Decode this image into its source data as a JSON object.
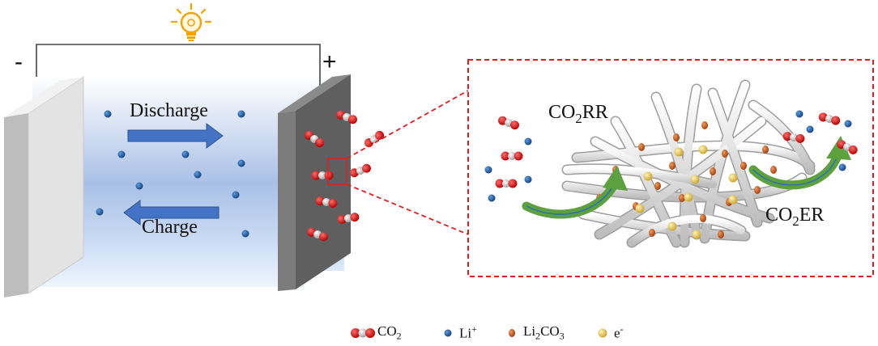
{
  "battery": {
    "negative_sign": "-",
    "positive_sign": "+",
    "discharge_label": "Discharge",
    "charge_label": "Charge"
  },
  "zoom": {
    "reduction_label": {
      "base": "CO",
      "sub": "2",
      "rest": "RR"
    },
    "evolution_label": {
      "base": "CO",
      "sub": "2",
      "rest": "ER"
    }
  },
  "legend": {
    "co2": {
      "base": "CO",
      "sub": "2"
    },
    "li": {
      "base": "Li",
      "sup": "+"
    },
    "li2co3": {
      "base": "Li",
      "sub1": "2",
      "mid": "CO",
      "sub2": "3"
    },
    "electron": {
      "base": "e",
      "sup": "-"
    }
  },
  "colors": {
    "oxygen": "#e01a1a",
    "carbon": "#cfcfcf",
    "lithium_ion": "#1f5fa8",
    "li2co3": "#c8581c",
    "electron": "#e6c84a",
    "arrow_blue": "#4472c4",
    "arrow_green": "#5ca040",
    "zoom_box": "#e02020",
    "cathode": "#6e6e6e",
    "anode": "#d9d9d9"
  },
  "icons": {
    "light": "lightbulb-icon"
  }
}
